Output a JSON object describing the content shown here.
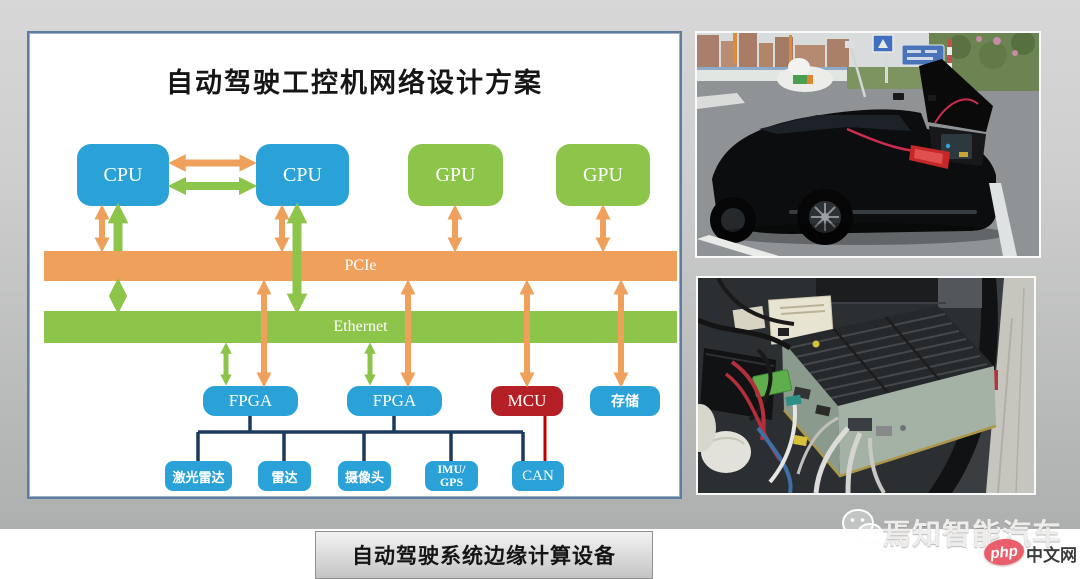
{
  "slide": {
    "diagram": {
      "title": "自动驾驶工控机网络设计方案",
      "top_nodes": [
        {
          "label": "CPU",
          "type": "cpu"
        },
        {
          "label": "CPU",
          "type": "cpu"
        },
        {
          "label": "GPU",
          "type": "gpu"
        },
        {
          "label": "GPU",
          "type": "gpu"
        }
      ],
      "buses": [
        {
          "label": "PCIe",
          "color": "#efa05a"
        },
        {
          "label": "Ethernet",
          "color": "#8dc44a"
        }
      ],
      "mid_nodes": [
        {
          "label": "FPGA"
        },
        {
          "label": "FPGA"
        },
        {
          "label": "MCU"
        },
        {
          "label": "存储"
        }
      ],
      "bottom_nodes": [
        {
          "label": "激光雷达"
        },
        {
          "label": "雷达"
        },
        {
          "label": "摄像头"
        },
        {
          "line1": "IMU/",
          "line2": "GPS"
        },
        {
          "label": "CAN"
        }
      ]
    },
    "caption": "自动驾驶系统边缘计算设备",
    "watermark": {
      "icon": "wechat-logo",
      "text": "焉知智能汽车",
      "php_logo": "php",
      "site": "中文网"
    },
    "colors": {
      "node_blue": "#2aa2d8",
      "node_green": "#8dc44a",
      "bus_orange": "#efa05a",
      "mcu_red": "#b42025",
      "connector_navy": "#1c3a5e",
      "mcu_can_red": "#c00000",
      "panel_border": "#5d7ca2",
      "backdrop_gray": "#bfc1c0"
    }
  }
}
